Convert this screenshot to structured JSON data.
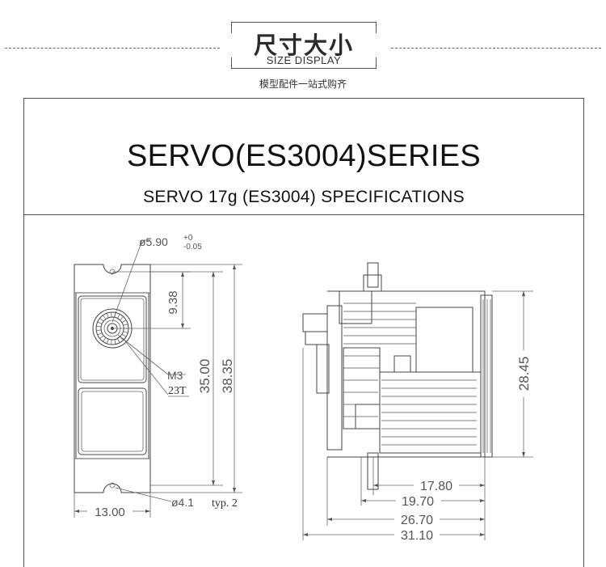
{
  "header": {
    "title_cn": "尺寸大小",
    "title_en": "SIZE DISPLAY",
    "tagline": "模型配件一站式购齐"
  },
  "spec": {
    "title": "SERVO(ES3004)SERIES",
    "subtitle": "SERVO 17g (ES3004) SPECIFICATIONS"
  },
  "front_view": {
    "dim_hole_main": "ø5.90",
    "dim_hole_tol_upper": "+0",
    "dim_hole_tol_lower": "-0.05",
    "dim_9_38": "9.38",
    "dim_35_00": "35.00",
    "dim_38_35": "38.35",
    "label_m3": "M3",
    "label_23t": "23T",
    "dim_13_00": "13.00",
    "dim_mount_hole": "ø4.1",
    "dim_mount_note": "typ. 2"
  },
  "side_view": {
    "dim_28_45": "28.45",
    "dim_17_80": "17.80",
    "dim_19_70": "19.70",
    "dim_26_70": "26.70",
    "dim_31_10": "31.10"
  }
}
